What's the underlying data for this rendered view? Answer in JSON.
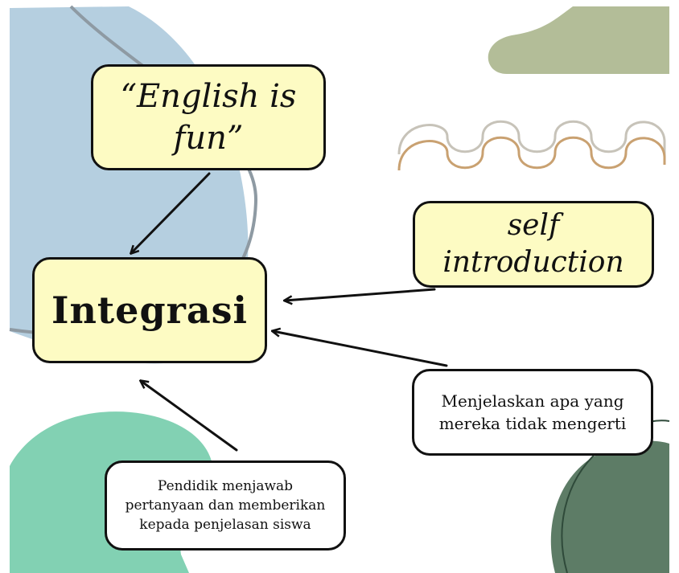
{
  "colors": {
    "box_fill": "#fdfbc3",
    "box_plain": "#ffffff",
    "outline": "#111111",
    "blob_blue": "#b5cfe0",
    "blob_olive": "#b3bd98",
    "blob_teal": "#82d1b3",
    "blob_green": "#5d7c66",
    "wave_tan": "#c9a171",
    "wave_grey": "#c7c3b9"
  },
  "nodes": {
    "english": {
      "text": "“English is fun”"
    },
    "integrasi": {
      "text": "Integrasi"
    },
    "self_intro": {
      "text": "self introduction"
    },
    "menjelaskan": {
      "text": "Menjelaskan apa yang mereka tidak mengerti"
    },
    "pendidik": {
      "text": "Pendidik menjawab pertanyaan dan memberikan kepada penjelasan siswa"
    }
  },
  "edges": [
    {
      "from": "english",
      "to": "integrasi"
    },
    {
      "from": "self_intro",
      "to": "integrasi"
    },
    {
      "from": "menjelaskan",
      "to": "integrasi"
    },
    {
      "from": "pendidik",
      "to": "integrasi"
    }
  ],
  "decorations": [
    "blue-blob",
    "olive-blob",
    "teal-blob",
    "green-blob",
    "wave-ornament"
  ]
}
